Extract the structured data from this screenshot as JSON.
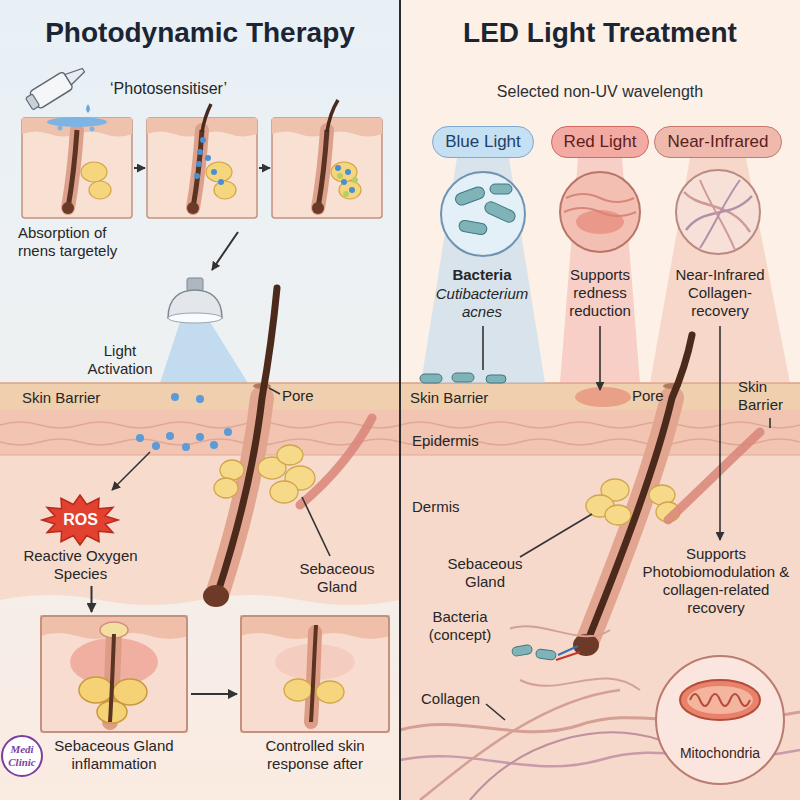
{
  "diagram": {
    "nodes": [
      {
        "text": [
          "Photodynamic Therapy"
        ]
      },
      {
        "text": [
          "LED Light Treatment",
          "Selected non-UV wavelength"
        ]
      },
      {
        "text": [
          "ROS",
          "Reactive Oxygen Species"
        ],
        "in": 0
      },
      {
        "text": [
          "Sebaceous Gland inflammation"
        ],
        "in": 0
      },
      {
        "text": [
          "Controlled skin response after"
        ],
        "in": 0
      },
      {
        "text": [
          "Blue Light"
        ],
        "in": 1
      },
      {
        "text": [
          "Red Light"
        ],
        "in": 1
      },
      {
        "text": [
          "Near-Infrared"
        ],
        "in": 1
      },
      {
        "text": [
          "Mitochondria"
        ],
        "in": 1
      }
    ],
    "edges": [
      {
        "from": 2,
        "to": 3,
        "arrow": "to"
      },
      {
        "from": 3,
        "to": 4,
        "arrow": "to"
      }
    ],
    "labels": [
      "‘Photosensitiser’",
      "Absorption of rnens targetely",
      "Light Activation",
      "Skin Barrier",
      "Pore",
      "Sebaceous Gland",
      "Medi Clinic",
      "Bacteria",
      "Cutibacterium acnes",
      "Supports redness reduction",
      "Near-Infrared Collagen-recovery",
      "Skin Barrier",
      "Pore",
      "Skin Barrier",
      "Epidermis",
      "Dermis",
      "Supports Photobiomodulation & collagen-related recovery",
      "Sebaceous Gland",
      "Bacteria (concept)",
      "Collagen"
    ]
  }
}
